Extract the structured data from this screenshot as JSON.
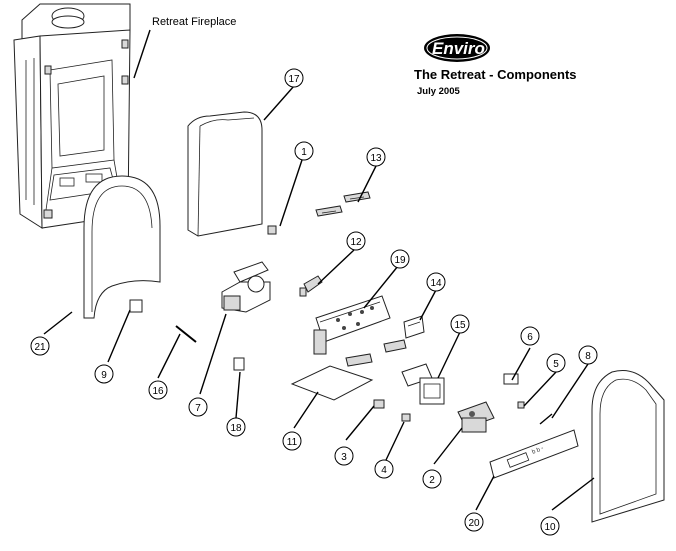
{
  "header": {
    "brand": "Enviro",
    "title": "The Retreat - Components",
    "date": "July 2005"
  },
  "fireplace_label": "Retreat Fireplace",
  "callouts": [
    {
      "id": "c1",
      "number": "1"
    },
    {
      "id": "c2",
      "number": "2"
    },
    {
      "id": "c3",
      "number": "3"
    },
    {
      "id": "c4",
      "number": "4"
    },
    {
      "id": "c5",
      "number": "5"
    },
    {
      "id": "c6",
      "number": "6"
    },
    {
      "id": "c7",
      "number": "7"
    },
    {
      "id": "c8",
      "number": "8"
    },
    {
      "id": "c9",
      "number": "9"
    },
    {
      "id": "c10",
      "number": "10"
    },
    {
      "id": "c11",
      "number": "11"
    },
    {
      "id": "c12",
      "number": "12"
    },
    {
      "id": "c13",
      "number": "13"
    },
    {
      "id": "c14",
      "number": "14"
    },
    {
      "id": "c15",
      "number": "15"
    },
    {
      "id": "c16",
      "number": "16"
    },
    {
      "id": "c17",
      "number": "17"
    },
    {
      "id": "c18",
      "number": "18"
    },
    {
      "id": "c19",
      "number": "19"
    },
    {
      "id": "c20",
      "number": "20"
    },
    {
      "id": "c21",
      "number": "21"
    }
  ]
}
